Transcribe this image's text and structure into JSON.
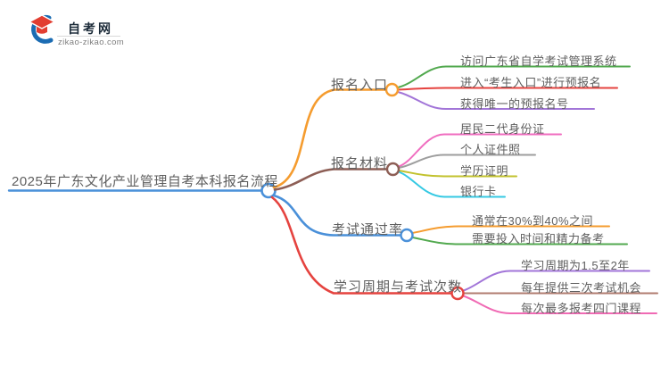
{
  "logo": {
    "site_name": "自考网",
    "site_domain": "zikao-zikao.com",
    "swoosh_color": "#1b6cb3",
    "cap_color": "#e23e31"
  },
  "mindmap": {
    "root": {
      "label": "2025年广东文化产业管理自考本科报名流程",
      "color": "#4a90d9"
    },
    "branches": [
      {
        "label": "报名入口",
        "color": "#f59c2f",
        "children": [
          {
            "label": "访问广东省自学考试管理系统",
            "color": "#52a94f"
          },
          {
            "label": "进入“考生入口”进行预报名",
            "color": "#e5433f"
          },
          {
            "label": "获得唯一的预报名号",
            "color": "#a275d8"
          }
        ]
      },
      {
        "label": "报名材料",
        "color": "#8d5e55",
        "children": [
          {
            "label": "居民二代身份证",
            "color": "#f06ec0"
          },
          {
            "label": "个人证件照",
            "color": "#9e9e9e"
          },
          {
            "label": "学历证明",
            "color": "#c2c22e"
          },
          {
            "label": "银行卡",
            "color": "#35c9e3"
          }
        ]
      },
      {
        "label": "考试通过率",
        "color": "#4a90d9",
        "children": [
          {
            "label": "通常在30%到40%之间",
            "color": "#f59c2f"
          },
          {
            "label": "需要投入时间和精力备考",
            "color": "#52a94f"
          }
        ]
      },
      {
        "label": "学习周期与考试次数",
        "color": "#e5433f",
        "children": [
          {
            "label": "学习周期为1.5至2年",
            "color": "#a275d8"
          },
          {
            "label": "每年提供三次考试机会",
            "color": "#b17c70"
          },
          {
            "label": "每次最多报考四门课程",
            "color": "#f06ab4"
          }
        ]
      }
    ]
  },
  "text_color": "#5f5f5f"
}
